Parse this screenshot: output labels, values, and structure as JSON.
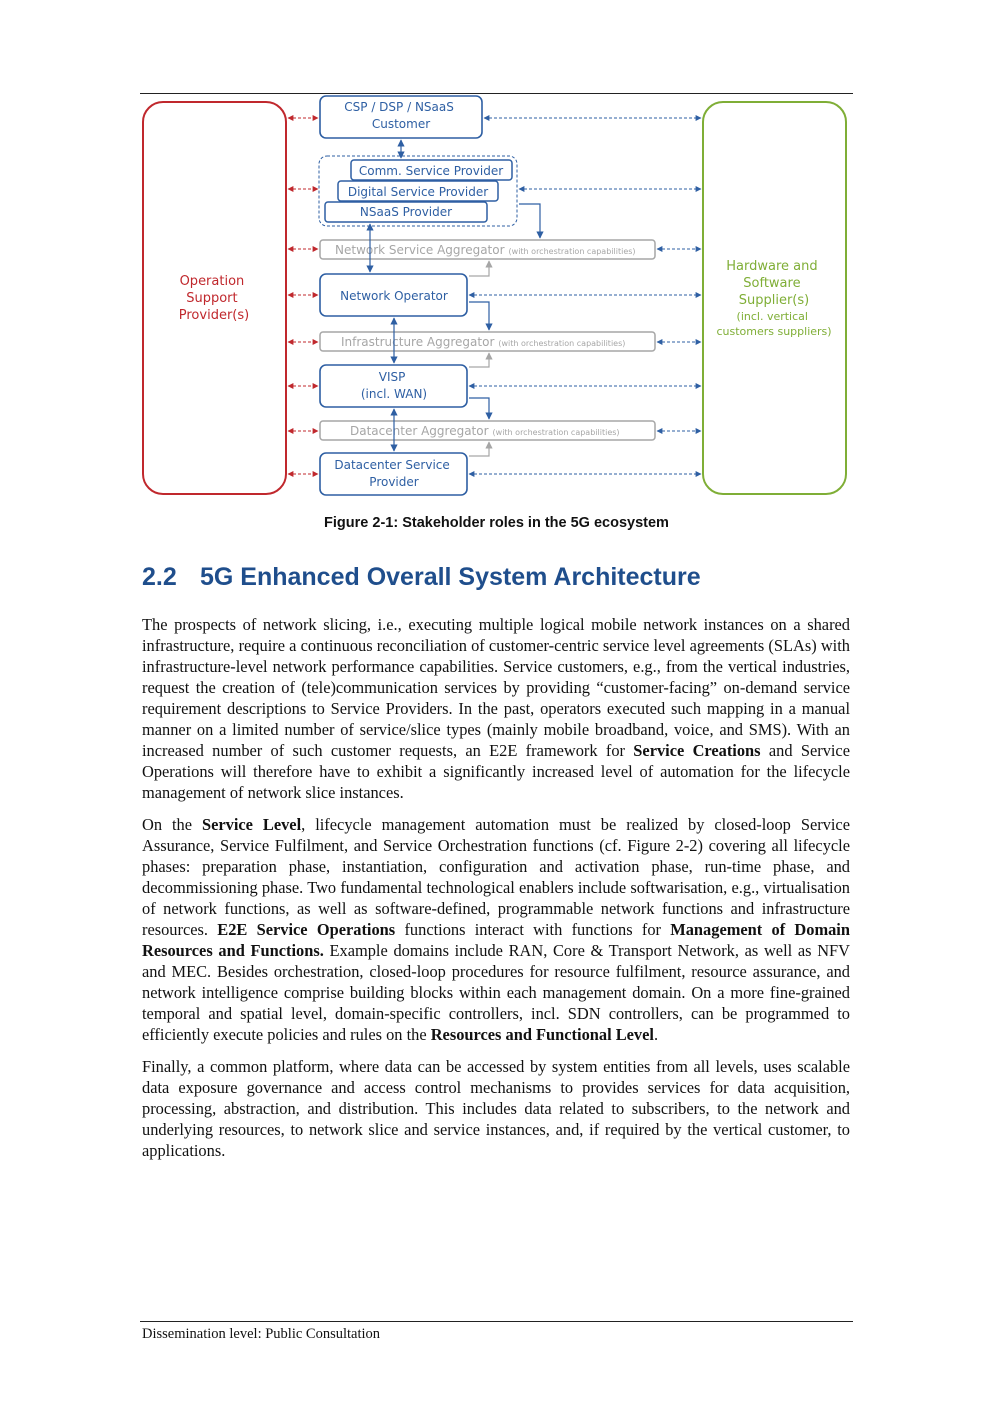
{
  "figure": {
    "operation_support": [
      "Operation",
      "Support",
      "Provider(s)"
    ],
    "hardware_supplier": [
      "Hardware and",
      "Software",
      "Supplier(s)"
    ],
    "hardware_supplier_note": [
      "(incl. vertical",
      "customers suppliers)"
    ],
    "customer": [
      "CSP / DSP / NSaaS",
      "Customer"
    ],
    "comm_provider": "Comm. Service Provider",
    "digital_provider": "Digital Service Provider",
    "nsaas_provider": "NSaaS Provider",
    "nsa_label": "Network Service Aggregator",
    "network_operator": "Network Operator",
    "infra_label": "Infrastructure Aggregator",
    "visp": [
      "VISP",
      "(incl. WAN)"
    ],
    "dc_agg_label": "Datacenter Aggregator",
    "orch_note": "(with orchestration capabilities)",
    "dc_provider": [
      "Datacenter Service",
      "Provider"
    ],
    "colors": {
      "red": "#c0282d",
      "blue": "#2e5fa3",
      "green": "#7fae36",
      "gray": "#a6a6a6"
    }
  },
  "caption": "Figure 2-1: Stakeholder roles in the 5G ecosystem",
  "section": {
    "number": "2.2",
    "title": "5G Enhanced Overall System Architecture"
  },
  "paragraphs": [
    [
      {
        "t": "The prospects of network slicing, i.e., executing multiple logical mobile network instances on a shared infrastructure, require a continuous reconciliation of customer-centric service level agreements (SLAs) with infrastructure-level network performance capabilities. Service customers, e.g., from the vertical industries, request the creation of (tele)communication services by providing “customer-facing” on-demand service requirement descriptions to Service Providers. In the past, operators executed such mapping in a manual manner on a limited number of service/slice types (mainly mobile broadband, voice, and SMS). With an increased number of such customer requests, an E2E framework for "
      },
      {
        "t": "Service Creations",
        "b": true
      },
      {
        "t": " and Service Operations will therefore have to exhibit a significantly increased level of automation for the lifecycle management of network slice instances."
      }
    ],
    [
      {
        "t": "On the "
      },
      {
        "t": "Service Level",
        "b": true
      },
      {
        "t": ", lifecycle management automation must be realized by closed-loop Service Assurance, Service Fulfilment, and Service Orchestration functions (cf. Figure 2-2) covering all lifecycle phases: preparation phase, instantiation, configuration and activation phase, run-time phase, and decommissioning phase. Two fundamental technological enablers include softwarisation, e.g., virtualisation of network functions, as well as software-defined, programmable network functions and infrastructure resources. "
      },
      {
        "t": "E2E Service Operations",
        "b": true
      },
      {
        "t": " functions interact with functions for "
      },
      {
        "t": "Management of Domain Resources and Functions.",
        "b": true
      },
      {
        "t": " Example domains include RAN, Core & Transport Network, as well as NFV and MEC. Besides orchestration, closed-loop procedures for resource fulfilment, resource assurance, and network intelligence comprise building blocks within each management domain. On a more fine-grained temporal and spatial level, domain-specific controllers, incl. SDN controllers, can be programmed to efficiently execute policies and rules on the "
      },
      {
        "t": "Resources and Functional Level",
        "b": true
      },
      {
        "t": "."
      }
    ],
    [
      {
        "t": "Finally, a common platform, where data can be accessed by system entities from all levels, uses scalable data exposure governance and access control mechanisms to provides services for data acquisition, processing, abstraction, and distribution. This includes data related to subscribers, to the network and underlying resources, to network slice and service instances, and, if required by the vertical customer, to applications."
      }
    ]
  ],
  "footer": "Dissemination level: Public Consultation"
}
